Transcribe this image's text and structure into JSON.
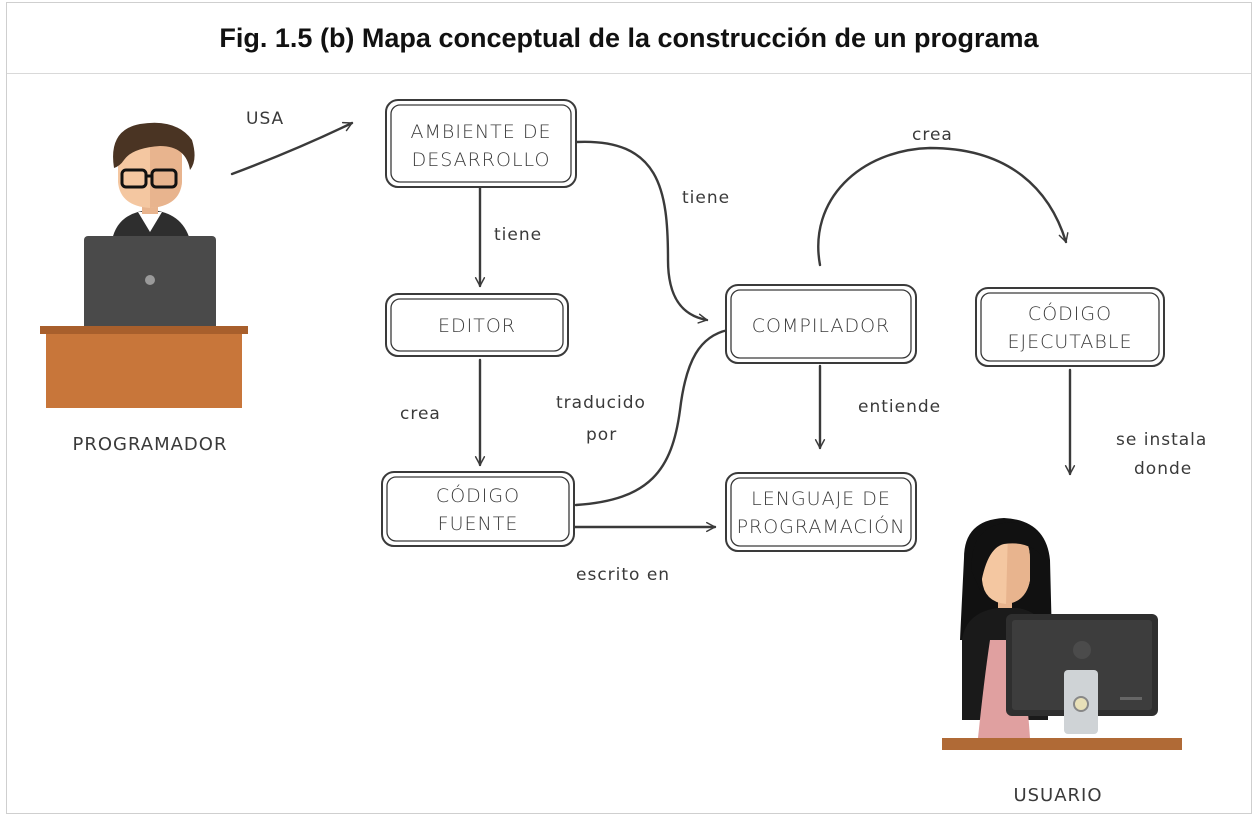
{
  "title": "Fig. 1.5 (b) Mapa conceptual de la construcción de un programa",
  "nodes": {
    "ambiente": [
      "AMBIENTE DE",
      "DESARROLLO"
    ],
    "editor": [
      "EDITOR"
    ],
    "codigo_fuente": [
      "CÓDIGO",
      "FUENTE"
    ],
    "compilador": [
      "COMPILADOR"
    ],
    "lenguaje": [
      "LENGUAJE DE",
      "PROGRAMACIÓN"
    ],
    "codigo_ejecutable": [
      "CÓDIGO",
      "EJECUTABLE"
    ]
  },
  "edge_labels": {
    "usa": "USA",
    "tiene_editor": "tiene",
    "tiene_compilador": "tiene",
    "crea_codigo": "crea",
    "traducido": [
      "traducido",
      "por"
    ],
    "entiende": "entiende",
    "escrito_en": "escrito en",
    "crea_ejecutable": "crea",
    "se_instala": [
      "se instala",
      "donde"
    ]
  },
  "people": {
    "programador": "PROGRAMADOR",
    "usuario": "USUARIO"
  },
  "colors": {
    "stroke": "#3a3a3a",
    "desk": "#c8763a",
    "laptop": "#4a4a4a",
    "dress": "#e0a0a0"
  }
}
